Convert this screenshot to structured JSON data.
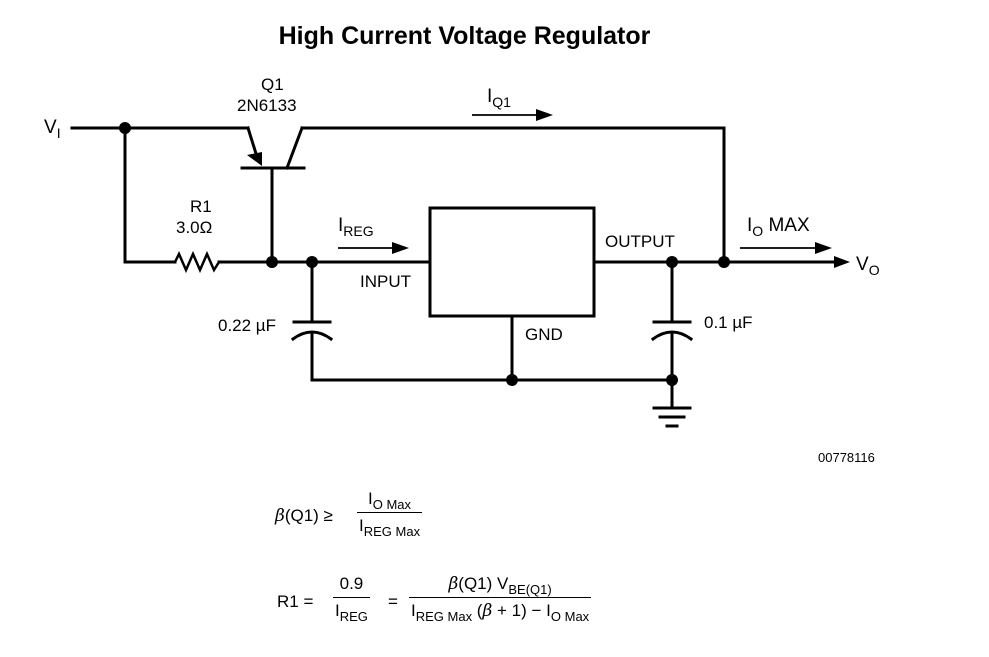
{
  "title": "High Current Voltage Regulator",
  "labels": {
    "vi_main": "V",
    "vi_sub": "I",
    "q1_name": "Q1",
    "q1_part": "2N6133",
    "iq1_main": "I",
    "iq1_sub": "Q1",
    "r1_name": "R1",
    "r1_value": "3.0Ω",
    "ireg_main": "I",
    "ireg_sub": "REG",
    "input": "INPUT",
    "output": "OUTPUT",
    "gnd": "GND",
    "io_main": "I",
    "io_sub": "O",
    "io_max": " MAX",
    "vo_main": "V",
    "vo_sub": "O",
    "c_in": "0.22 µF",
    "c_out": "0.1 µF",
    "figure_id": "00778116"
  },
  "equations": {
    "eq1_lhs_beta": "β",
    "eq1_lhs_rest": "(Q1) ≥",
    "eq1_num_main": "I",
    "eq1_num_sub": "O Max",
    "eq1_den_main": "I",
    "eq1_den_sub": "REG Max",
    "eq2_lhs": "R1 =",
    "eq2_num1": "0.9",
    "eq2_den1_main": "I",
    "eq2_den1_sub": "REG",
    "eq2_eq": "=",
    "eq2_num2_beta": "β",
    "eq2_num2_rest": "(Q1) V",
    "eq2_num2_sub": "BE(Q1)",
    "eq2_den2_main": "I",
    "eq2_den2_sub": "REG Max",
    "eq2_den2_mid1": " (",
    "eq2_den2_beta": "β",
    "eq2_den2_mid2": " + 1) − I",
    "eq2_den2_sub2": "O Max"
  }
}
